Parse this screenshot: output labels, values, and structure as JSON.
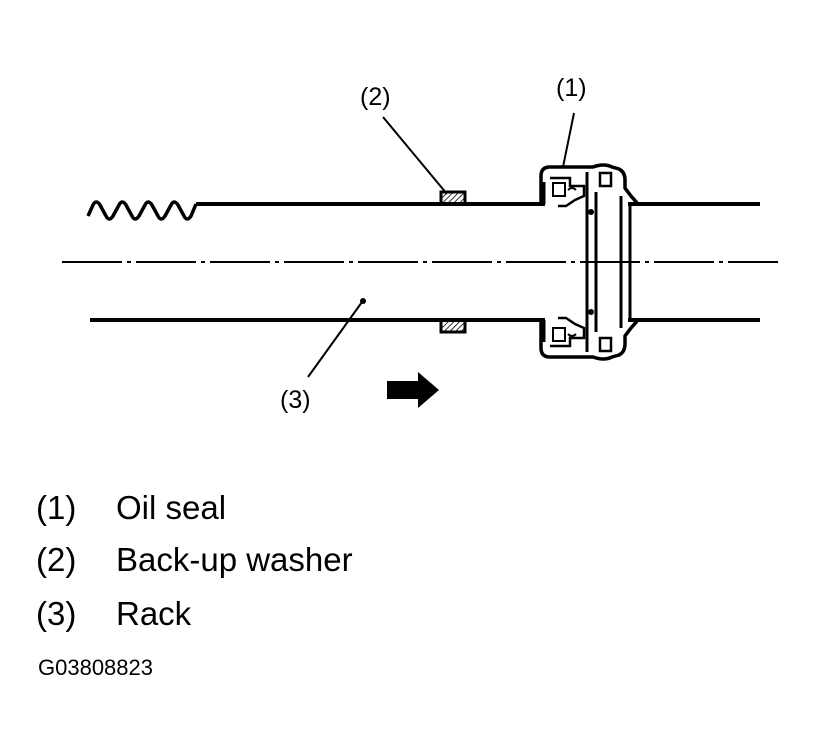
{
  "callouts": {
    "c1": "(1)",
    "c2": "(2)",
    "c3": "(3)"
  },
  "legend": [
    {
      "num": "(1)",
      "label": "Oil seal"
    },
    {
      "num": "(2)",
      "label": "Back-up washer"
    },
    {
      "num": "(3)",
      "label": "Rack"
    }
  ],
  "figure_code": "G03808823",
  "colors": {
    "ink": "#000000",
    "paper": "#ffffff"
  }
}
